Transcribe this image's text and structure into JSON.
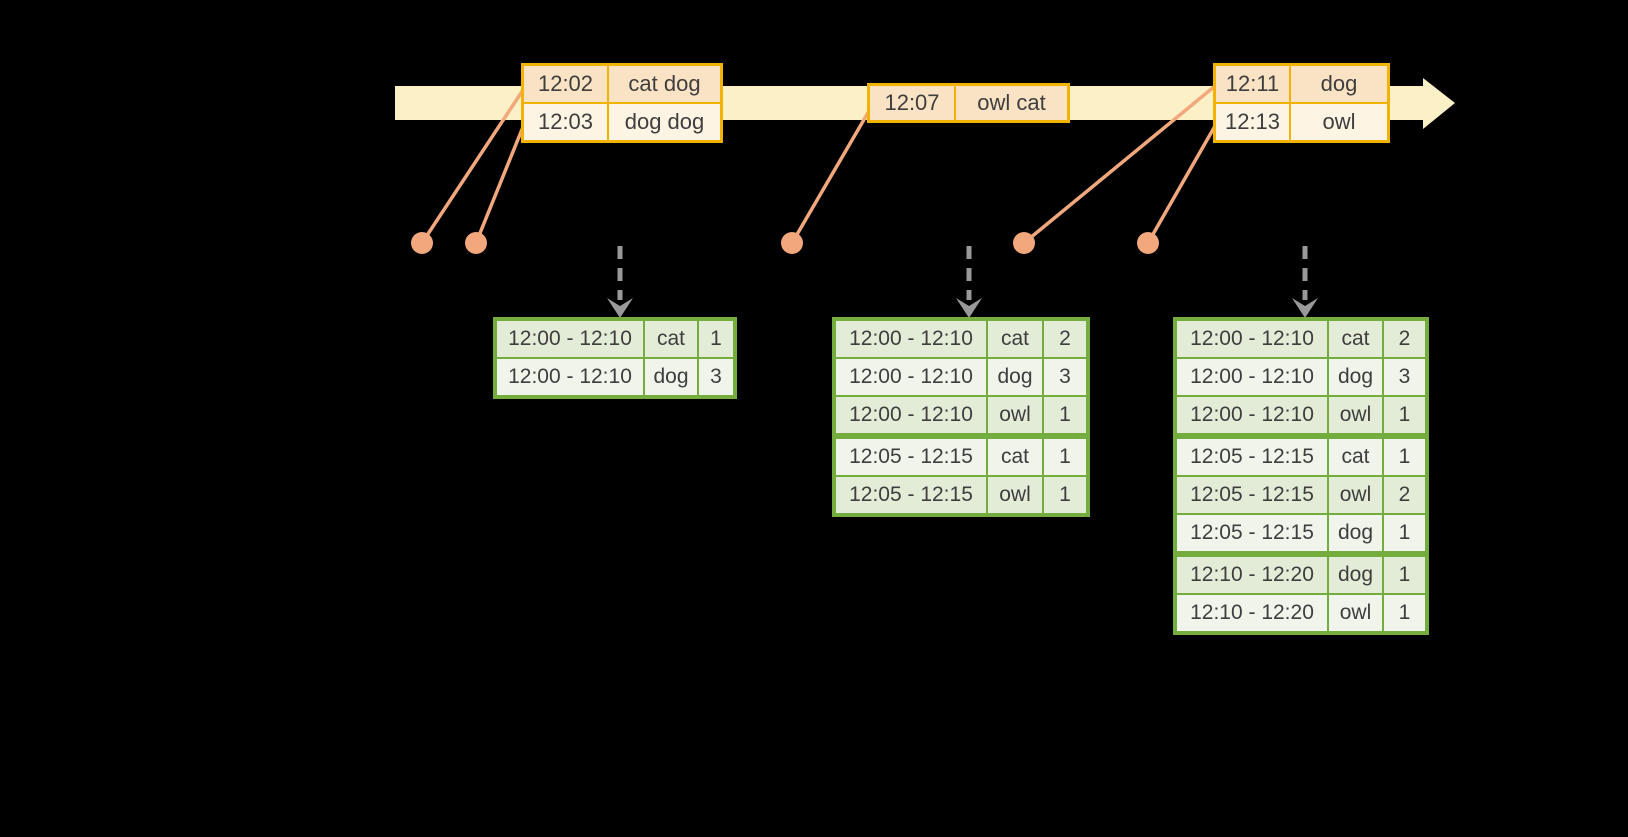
{
  "canvas": {
    "background": "#000000"
  },
  "palette": {
    "timeline_fill": "#FBF0C6",
    "event_box_border": "#F2B200",
    "event_row_dark": "#FAE3C4",
    "event_row_light": "#FDF4E3",
    "connector_salmon": "#F2A87C",
    "dashed_arrow_gray": "#999999",
    "table_border_green": "#74AD3D",
    "table_row_dark": "#E3ECD7",
    "table_row_light": "#F0F4EA",
    "text": "#3E3E3E"
  },
  "timeline": {
    "event_boxes": [
      {
        "rows": [
          {
            "time": "12:02",
            "words": "cat dog"
          },
          {
            "time": "12:03",
            "words": "dog dog"
          }
        ]
      },
      {
        "rows": [
          {
            "time": "12:07",
            "words": "owl cat"
          }
        ]
      },
      {
        "rows": [
          {
            "time": "12:11",
            "words": "dog"
          },
          {
            "time": "12:13",
            "words": "owl"
          }
        ]
      }
    ]
  },
  "result_tables": [
    {
      "rows": [
        {
          "window": "12:00 - 12:10",
          "word": "cat",
          "count": "1"
        },
        {
          "window": "12:00 - 12:10",
          "word": "dog",
          "count": "3"
        }
      ]
    },
    {
      "rows": [
        {
          "window": "12:00 - 12:10",
          "word": "cat",
          "count": "2"
        },
        {
          "window": "12:00 - 12:10",
          "word": "dog",
          "count": "3"
        },
        {
          "window": "12:00 - 12:10",
          "word": "owl",
          "count": "1"
        },
        {
          "window": "12:05 - 12:15",
          "word": "cat",
          "count": "1"
        },
        {
          "window": "12:05 - 12:15",
          "word": "owl",
          "count": "1"
        }
      ]
    },
    {
      "rows": [
        {
          "window": "12:00 - 12:10",
          "word": "cat",
          "count": "2"
        },
        {
          "window": "12:00 - 12:10",
          "word": "dog",
          "count": "3"
        },
        {
          "window": "12:00 - 12:10",
          "word": "owl",
          "count": "1"
        },
        {
          "window": "12:05 - 12:15",
          "word": "cat",
          "count": "1"
        },
        {
          "window": "12:05 - 12:15",
          "word": "owl",
          "count": "2"
        },
        {
          "window": "12:05 - 12:15",
          "word": "dog",
          "count": "1"
        },
        {
          "window": "12:10 - 12:20",
          "word": "dog",
          "count": "1"
        },
        {
          "window": "12:10 - 12:20",
          "word": "owl",
          "count": "1"
        }
      ]
    }
  ]
}
